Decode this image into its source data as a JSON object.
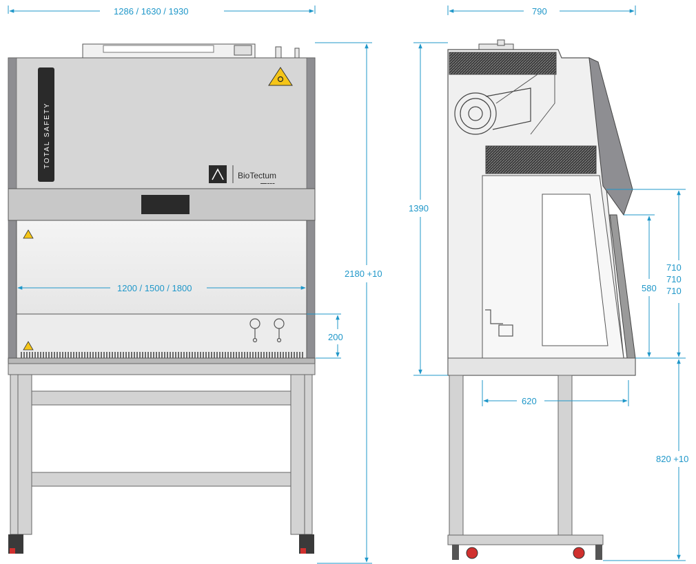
{
  "front_view": {
    "width_overall": "1286 / 1630 / 1930",
    "width_interior": "1200 / 1500 / 1800",
    "height_overall": "2180 +10",
    "opening_height": "200",
    "vertical_label": "TOTAL SAFETY",
    "brand_name": "BioTectum",
    "brand_tagline": "▬▬▬ ▬ ▬ ▬"
  },
  "side_view": {
    "depth_overall": "790",
    "cabinet_height": "1390",
    "depth_work": "620",
    "sash_opening": "580",
    "front_height_list": [
      "710",
      "710",
      "710"
    ],
    "stand_height": "820 +10"
  },
  "colors": {
    "dimension": "#1f97c9",
    "cabinet_panel": "#d4d4d4",
    "dark_strip": "#2a2a2a",
    "stand_frame": "#cfcfcf",
    "warning": "#f5c518",
    "caster_wheel": "#d0302e"
  },
  "icons": {
    "biohazard": "biohazard-warning-icon",
    "warning": "warning-triangle-icon",
    "logo": "biotectum-logo-icon"
  }
}
